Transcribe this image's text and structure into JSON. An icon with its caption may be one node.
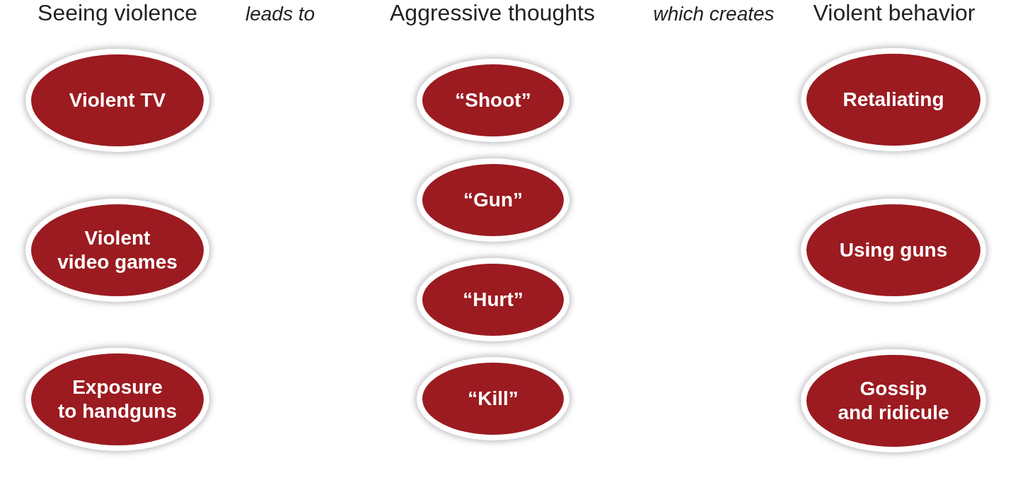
{
  "diagram": {
    "nodes": [
      {
        "text": [
          "Violent TV"
        ]
      },
      {
        "text": [
          "Violent video games"
        ]
      },
      {
        "text": [
          "Exposure to handguns"
        ]
      },
      {
        "text": [
          "“Shoot”"
        ]
      },
      {
        "text": [
          "“Gun”"
        ]
      },
      {
        "text": [
          "“Hurt”"
        ]
      },
      {
        "text": [
          "“Kill”"
        ]
      },
      {
        "text": [
          "Retaliating"
        ]
      },
      {
        "text": [
          "Using guns"
        ]
      },
      {
        "text": [
          "Gossip and ridicule"
        ]
      }
    ],
    "labels": [
      "Seeing violence",
      "leads to",
      "Aggressive thoughts",
      "which creates",
      "Violent behavior"
    ]
  }
}
